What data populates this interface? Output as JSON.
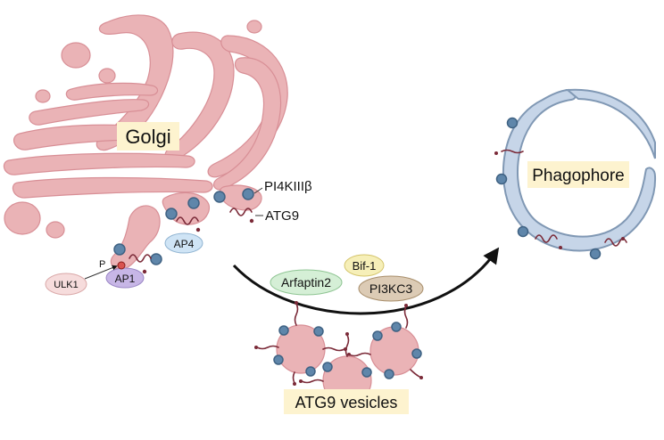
{
  "labels": {
    "golgi": "Golgi",
    "phagophore": "Phagophore",
    "pi4k": "PI4KIIIβ",
    "atg9": "ATG9",
    "ap4": "AP4",
    "ap1": "AP1",
    "ulk1": "ULK1",
    "phospho": "P",
    "arfaptin2": "Arfaptin2",
    "bif1": "Bif-1",
    "pi3kc3": "PI3KC3",
    "atg9_vesicles": "ATG9 vesicles"
  },
  "colors": {
    "golgi": "#eab3b6",
    "phagophore": "#c6d5e8",
    "protein": "#5f86aa",
    "atg9_protein": "#7b2a38",
    "label_highlight": "#fdf3cf",
    "ap4": "#cfe4f5",
    "ap1": "#c7b6e6",
    "ulk1": "#f6dcdc",
    "arfaptin2": "#d5efd6",
    "bif1": "#f6efb8",
    "pi3kc3": "#dccbb5"
  }
}
